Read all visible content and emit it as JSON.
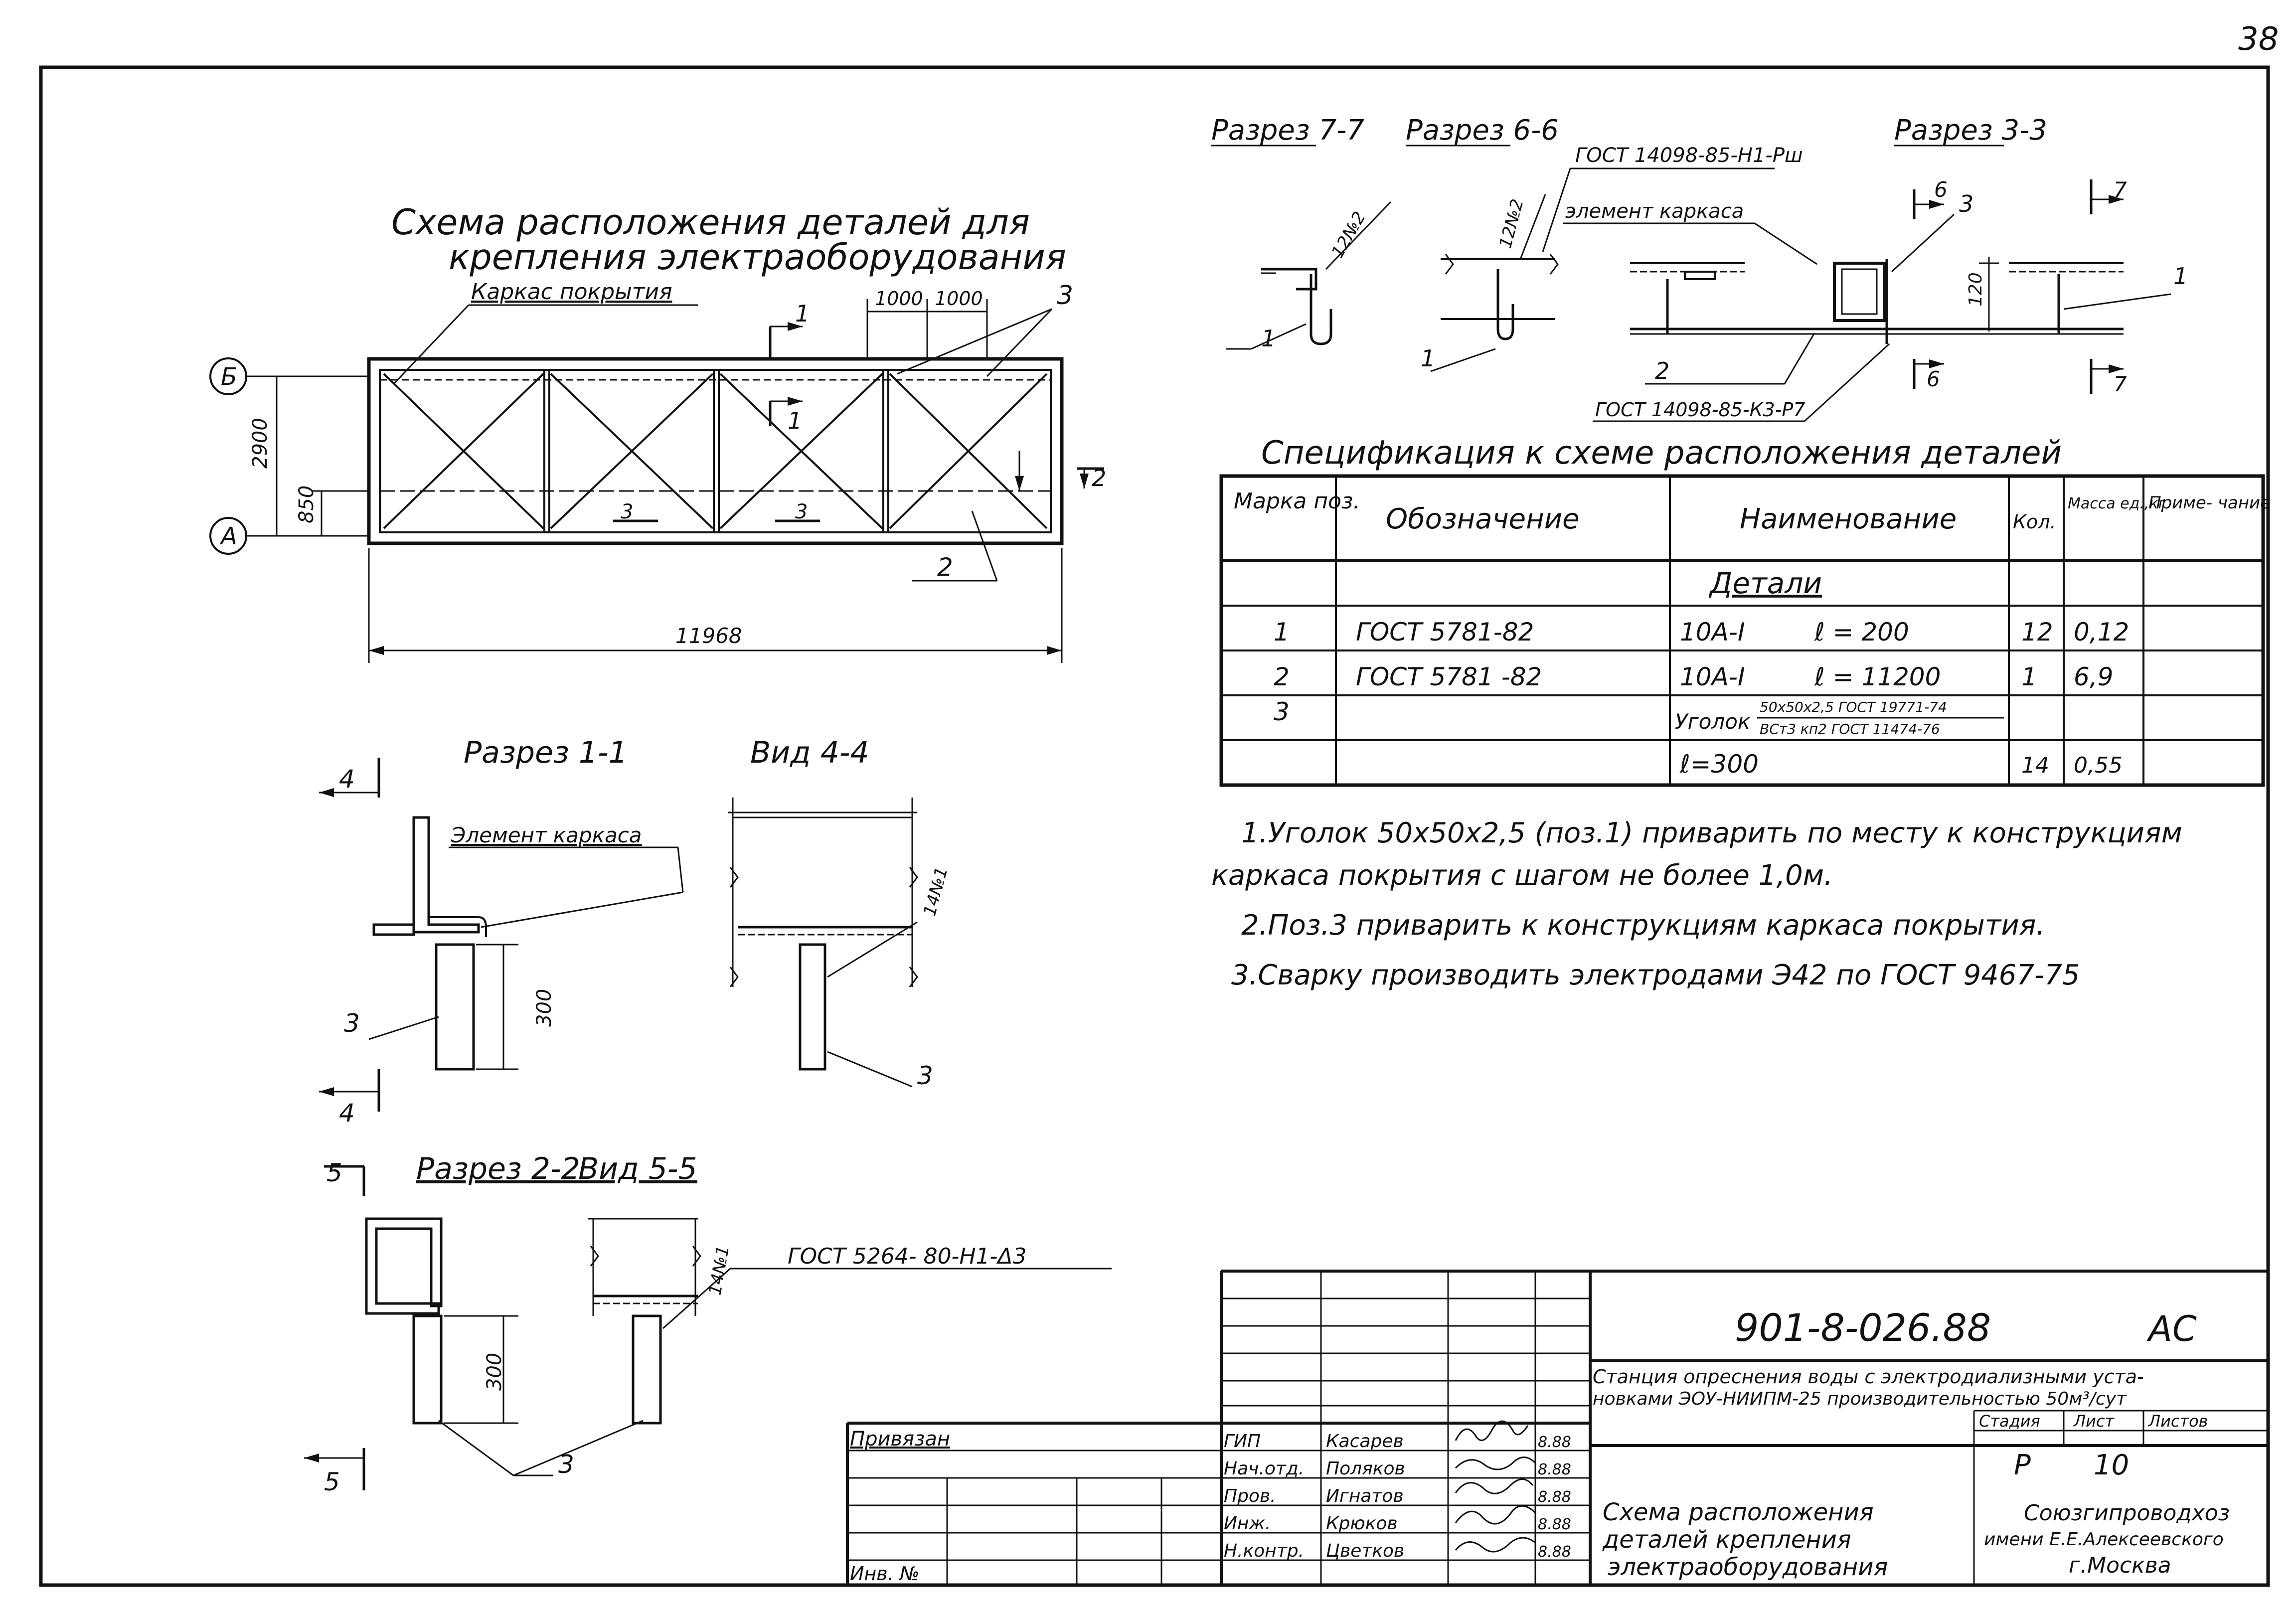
{
  "page_number": "38",
  "scheme": {
    "title_line1": "Схема расположения деталей для",
    "title_line2": "крепления электраоборудования",
    "frame_label": "Каркас покрытия",
    "axis_b": "Б",
    "axis_a": "А",
    "dim_2900": "2900",
    "dim_850": "850",
    "dim_11968": "11968",
    "dim_1000_a": "1000",
    "dim_1000_b": "1000",
    "mark_1": "1",
    "mark_2": "2",
    "mark_3": "3",
    "cut_1": "1",
    "cut_2": "2",
    "cut_3a": "3",
    "cut_3b": "3"
  },
  "sections_top": {
    "s77": "Разрез 7-7",
    "s66": "Разрез 6-6",
    "s33": "Разрез 3-3",
    "gost_top": "ГОСТ 14098-85-Н1-Рш",
    "frame_el": "элемент каркаса",
    "weld_12a": "12№2",
    "weld_12b": "12№2",
    "gost_bottom": "ГОСТ 14098-85-К3-Р7",
    "dim_120": "120",
    "mark_1a": "1",
    "mark_1b": "1",
    "mark_1c": "1",
    "mark_2": "2",
    "mark_3": "3",
    "cut_6a": "6",
    "cut_6b": "6",
    "cut_7a": "7",
    "cut_7b": "7"
  },
  "spec": {
    "title": "Спецификация к схеме расположения деталей",
    "headers": [
      "Марка поз.",
      "Обозначение",
      "Наименование",
      "Кол.",
      "Масса ед.,кг",
      "Приме- чание"
    ],
    "section_label": "Детали",
    "rows": [
      {
        "pos": "1",
        "designation": "ГОСТ 5781-82",
        "name": "10А-I",
        "len": "ℓ = 200",
        "qty": "12",
        "mass": "0,12",
        "note": ""
      },
      {
        "pos": "2",
        "designation": "ГОСТ 5781 -82",
        "name": "10А-I",
        "len": "ℓ = 11200",
        "qty": "1",
        "mass": "6,9",
        "note": ""
      },
      {
        "pos": "3",
        "designation": "",
        "name": "Уголок",
        "frac_top": "50x50x2,5 ГОСТ 19771-74",
        "frac_bottom": "ВСт3 кп2 ГОСТ 11474-76",
        "qty": "",
        "mass": "",
        "note": ""
      },
      {
        "pos": "",
        "designation": "",
        "name": "ℓ=300",
        "qty": "14",
        "mass": "0,55",
        "note": ""
      }
    ]
  },
  "notes": [
    "1.Уголок 50х50х2,5 (поз.1) приварить по месту к конструкциям",
    "каркаса покрытия с шагом не более 1,0м.",
    "2.Поз.3 приварить к конструкциям каркаса покрытия.",
    "3.Сварку производить электродами Э42 по ГОСТ 9467-75"
  ],
  "section_1_1": {
    "title": "Разрез 1-1",
    "frame_el": "Элемент каркаса",
    "dim_300": "300",
    "mark_3": "3",
    "cut_4a": "4",
    "cut_4b": "4"
  },
  "view_4_4": {
    "title": "Вид 4-4",
    "weld": "14№1",
    "mark_3": "3"
  },
  "section_2_2": {
    "title": "Разрез 2-2",
    "dim_300": "300",
    "mark_3": "3",
    "cut_5a": "5",
    "cut_5b": "5"
  },
  "view_5_5": {
    "title": "Вид 5-5",
    "weld": "14№1",
    "gost": "ГОСТ 5264- 80-Н1-Δ3"
  },
  "title_block": {
    "code": "901-8-026.88",
    "mark": "АС",
    "project_line1": "Станция опреснения воды с электродиализными уста-",
    "project_line2": "новками ЭОУ-НИИПМ-25 производительностью 50м³/сут",
    "stage_h": "Стадия",
    "sheet_h": "Лист",
    "sheets_h": "Листов",
    "stage": "Р",
    "sheet": "10",
    "sheets": "",
    "sheet_title1": "Схема расположения",
    "sheet_title2": "деталей крепления",
    "sheet_title3": "электраоборудования",
    "org1": "Союзгипроводхоз",
    "org2": "имени Е.Е.Алексеевского",
    "org3": "г.Москва",
    "privyazan": "Привязан",
    "inv": "Инв. №",
    "staff": [
      {
        "role": "ГИП",
        "name": "Касарев",
        "date": "8.88"
      },
      {
        "role": "Нач.отд.",
        "name": "Поляков",
        "date": "8.88"
      },
      {
        "role": "Пров.",
        "name": "Игнатов",
        "date": "8.88"
      },
      {
        "role": "Инж.",
        "name": "Крюков",
        "date": "8.88"
      },
      {
        "role": "Н.контр.",
        "name": "Цветков",
        "date": "8.88"
      }
    ]
  }
}
